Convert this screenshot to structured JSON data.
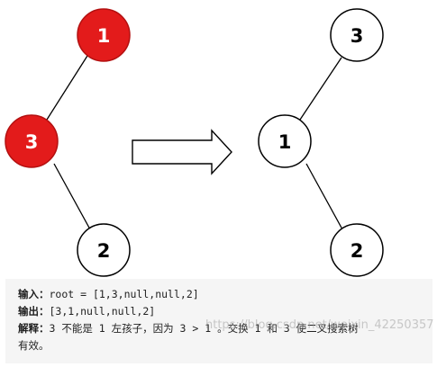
{
  "before_tree": {
    "nodes": [
      {
        "value": "1",
        "highlighted": true
      },
      {
        "value": "3",
        "highlighted": true
      },
      {
        "value": "2",
        "highlighted": false
      }
    ]
  },
  "after_tree": {
    "nodes": [
      {
        "value": "3"
      },
      {
        "value": "1"
      },
      {
        "value": "2"
      }
    ]
  },
  "colors": {
    "highlight_fill": "#e31b1b",
    "highlight_stroke": "#b31010",
    "normal_fill": "#ffffff",
    "stroke": "#000000",
    "panel_bg": "#f5f5f5"
  },
  "explanation": {
    "input_label": "输入：",
    "input_value": "root = [1,3,null,null,2]",
    "output_label": "输出：",
    "output_value": "[3,1,null,null,2]",
    "reason_label": "解释：",
    "reason_line1": "3 不能是 1 左孩子，因为 3 > 1 。交换 1 和 3 使二叉搜索树",
    "reason_line2": "有效。"
  },
  "watermark": "https://blog.csdn.net/weixin_42250357"
}
